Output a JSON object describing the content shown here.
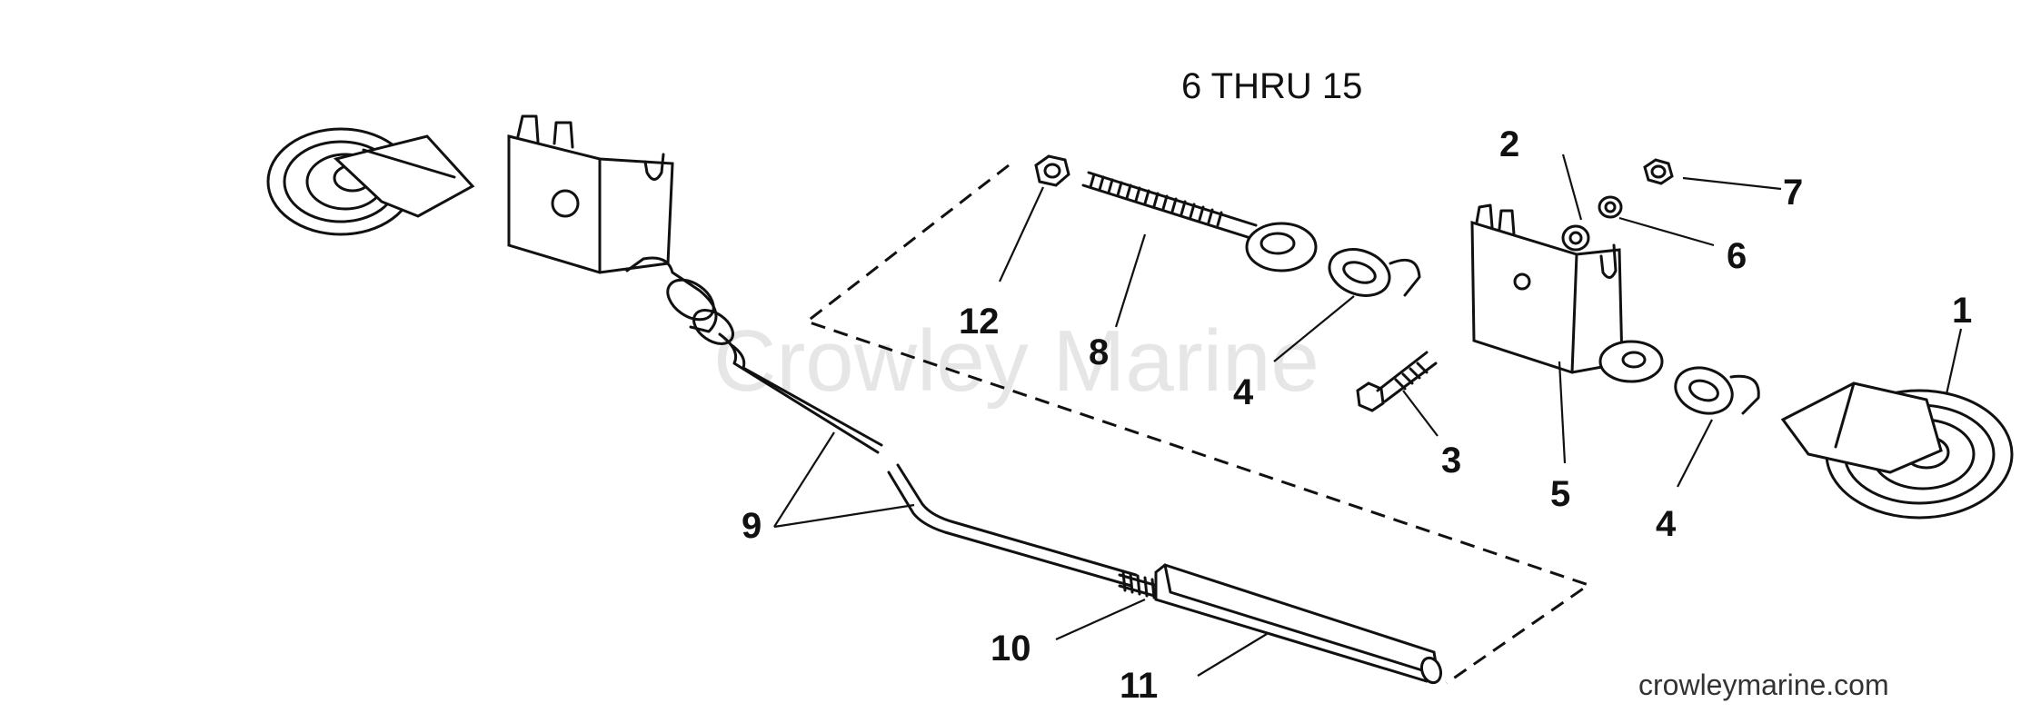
{
  "title": "6 THRU 15",
  "watermark": "Crowley Marine",
  "site": "crowleymarine.com",
  "callouts": {
    "c1": "1",
    "c2": "2",
    "c3": "3",
    "c4a": "4",
    "c4b": "4",
    "c5": "5",
    "c6": "6",
    "c7": "7",
    "c8": "8",
    "c9": "9",
    "c10": "10",
    "c11": "11",
    "c12": "12"
  }
}
